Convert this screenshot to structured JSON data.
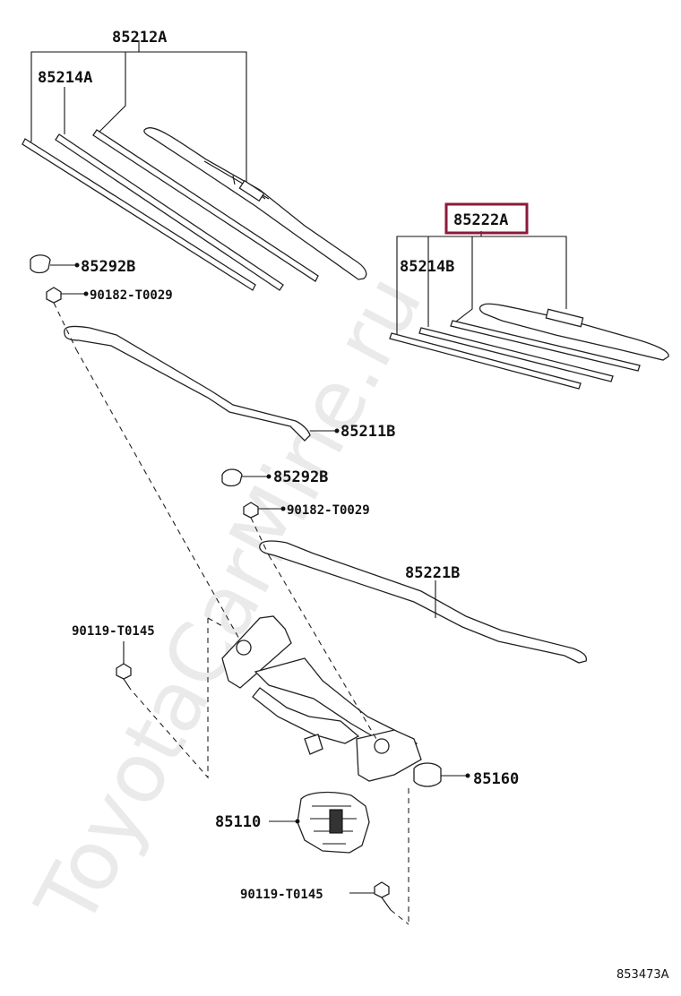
{
  "watermark": "ToyotaCarMine.ru",
  "callouts": {
    "blade_front": "85212A",
    "refill_front": "85214A",
    "blade_rear": "85222A",
    "refill_rear": "85214B",
    "cap_front": "85292B",
    "nut_front": "90182-T0029",
    "arm_front": "85211B",
    "cap_rear": "85292B",
    "nut_rear": "90182-T0029",
    "arm_rear": "85221B",
    "bolt_upper": "90119-T0145",
    "link": "85160",
    "motor": "85110",
    "bolt_lower": "90119-T0145"
  },
  "highlight_color": "#8b1a3a",
  "figure_code": "853473A"
}
